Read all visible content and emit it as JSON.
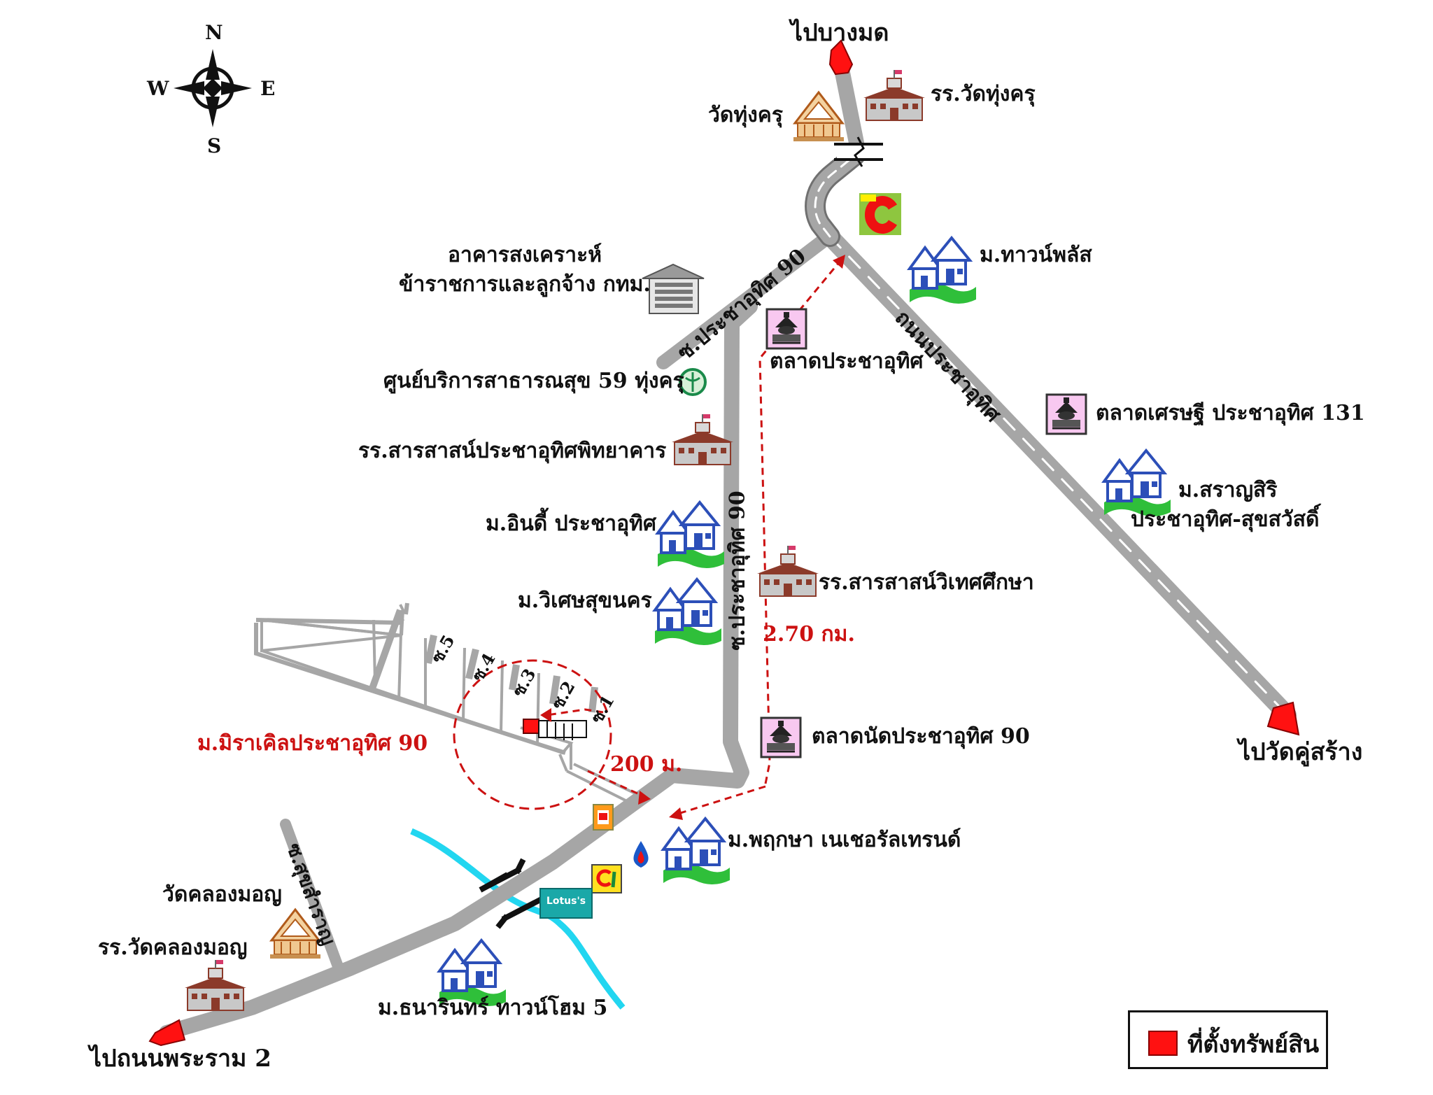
{
  "compass": {
    "north": "N",
    "south": "S",
    "east": "E",
    "west": "W"
  },
  "roads": {
    "soi_pracha_uthit_90_upper": "ซ.ประชาอุทิศ 90",
    "soi_pracha_uthit_90_lower": "ซ.ประชาอุทิศ 90",
    "thanon_pracha_uthit": "ถนนประชาอุทิศ",
    "soi_suksamran": "ซ.สุขสำราญ",
    "soi_1": "ซ.1",
    "soi_2": "ซ.2",
    "soi_3": "ซ.3",
    "soi_4": "ซ.4",
    "soi_5": "ซ.5"
  },
  "directions": {
    "to_bang_mot": "ไปบางมด",
    "to_wat_khu_sang": "ไปวัดคู่สร้าง",
    "to_rama_2": "ไปถนนพระราม 2"
  },
  "places": {
    "wat_thung_khru": "วัดทุ่งครุ",
    "school_wat_thung_khru": "รร.วัดทุ่งครุ",
    "townplus": "ม.ทาวน์พลัส",
    "welfare_building_line1": "อาคารสงเคราะห์",
    "welfare_building_line2": "ข้าราชการและลูกจ้าง กทม.",
    "market_pracha_uthit": "ตลาดประชาอุทิศ",
    "health_center": "ศูนย์บริการสาธารณสุข 59 ทุ่งครุ",
    "market_setthi": "ตลาดเศรษฐี ประชาอุทิศ 131",
    "school_sarasas_pittayakarn": "รร.สารสาสน์ประชาอุทิศพิทยาคาร",
    "saransiri_line1": "ม.สราญสิริ",
    "saransiri_line2": "ประชาอุทิศ-สุขสวัสดิ์",
    "indy": "ม.อินดี้ ประชาอุทิศ",
    "school_sarasas_witet": "รร.สารสาสน์วิเทศศึกษา",
    "wiset_sukkhanakhon": "ม.วิเศษสุขนคร",
    "distance_main": "2.70 กม.",
    "miracle": "ม.มิราเคิลประชาอุทิศ 90",
    "market_nat": "ตลาดนัดประชาอุทิศ 90",
    "distance_short": "200 ม.",
    "pruksa": "ม.พฤกษา เนเชอรัลเทรนด์",
    "wat_khlong_mon": "วัดคลองมอญ",
    "school_wat_khlong_mon": "รร.วัดคลองมอญ",
    "thanarin": "ม.ธนารินทร์ ทาวน์โฮม 5"
  },
  "logos": {
    "lotus": "Lotus's",
    "bigc": "Big C"
  },
  "legend": {
    "label": "ที่ตั้งทรัพย์สิน"
  },
  "colors": {
    "road": "#a6a6a6",
    "road_outline": "#707070",
    "river": "#22d6f0",
    "route": "#cc1111",
    "property": "#ff1111",
    "market_bg": "#f8c8f0",
    "house_blue": "#2c4fb8",
    "house_green": "#2fbf3a"
  }
}
